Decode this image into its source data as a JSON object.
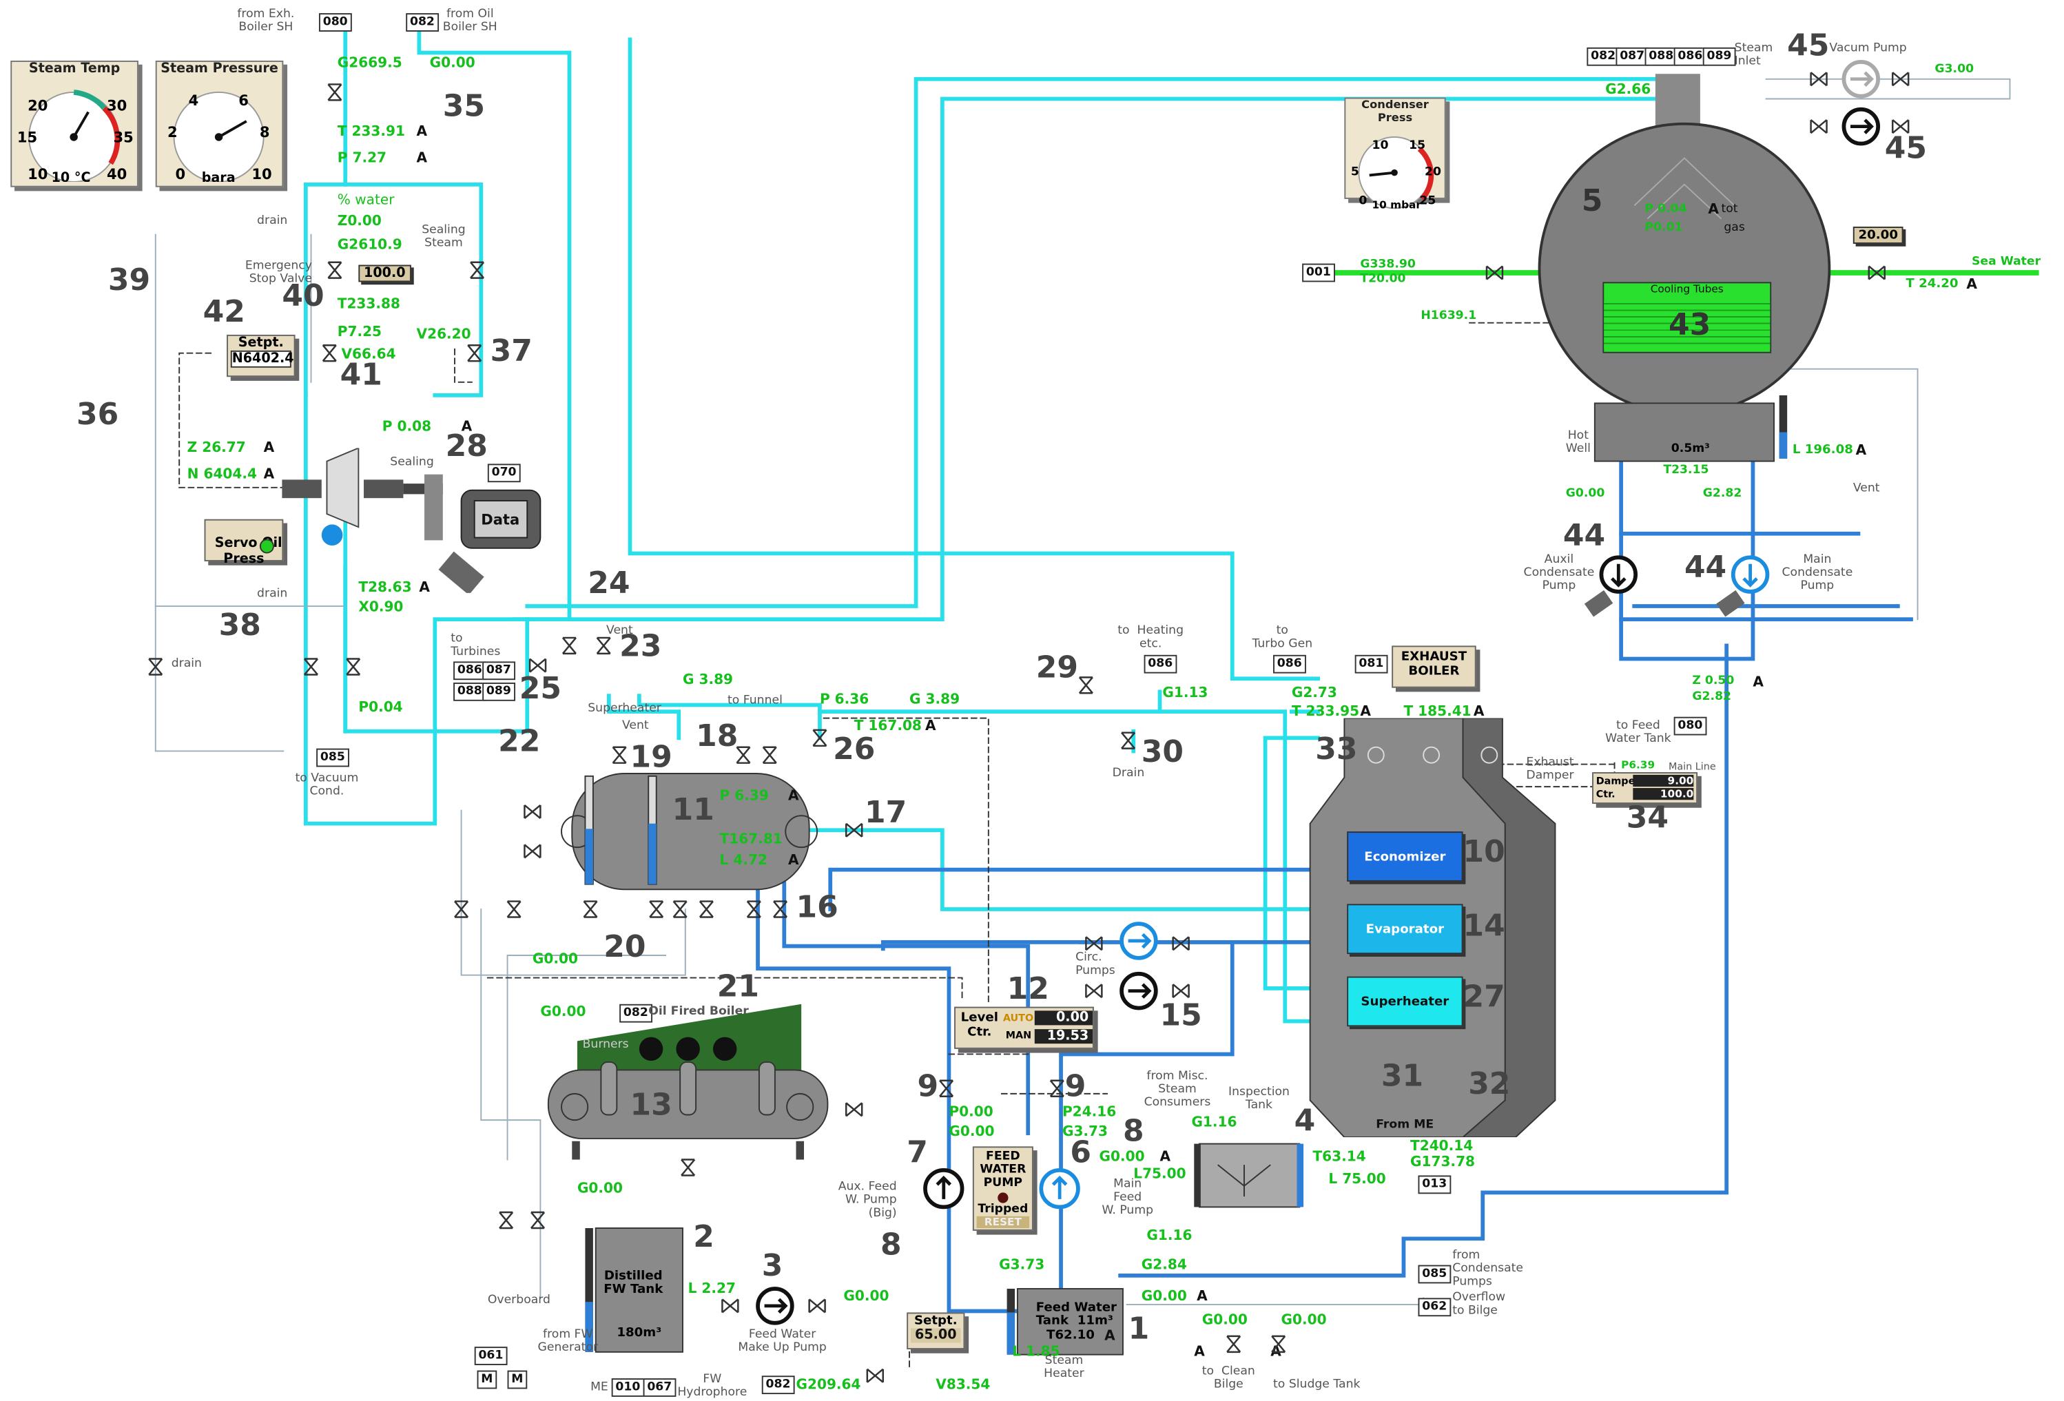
{
  "colors": {
    "steam_pipe": "#29e0ea",
    "water_pipe": "#2f7fd6",
    "seawater_pipe": "#25e02a",
    "value_text": "#16c01c",
    "vessel_grey": "#7f7f7f",
    "economizer": "#1b6fe0",
    "evaporator": "#1cb6ea",
    "superheater": "#1ee8ee",
    "boiler_green": "#2d6e2a",
    "cooling_tubes": "#29e02e",
    "panel": "#e8dcc0"
  },
  "gauges": {
    "steam_temp": {
      "title": "Steam Temp",
      "ticks": [
        "20",
        "30",
        "15",
        "35",
        "10",
        "40"
      ],
      "unit": "10 °C"
    },
    "steam_pressure": {
      "title": "Steam Pressure",
      "ticks": [
        "4",
        "6",
        "2",
        "8",
        "0",
        "10"
      ],
      "unit": "bara"
    },
    "condenser_press": {
      "title": "Condenser Press",
      "ticks": [
        "10",
        "15",
        "5",
        "20",
        "0",
        "25"
      ],
      "unit": "10 mbar"
    }
  },
  "labels": {
    "from_exh_boiler_sh": "from Exh.\nBoiler SH",
    "from_oil_boiler_sh": "from Oil\nBoiler SH",
    "drain": "drain",
    "emergency_stop_valve": "Emergency\nStop Valve",
    "sealing_steam": "Sealing\nSteam",
    "sealing": "Sealing",
    "pct_water": "% water",
    "setpt": "Setpt.",
    "servo_oil_press": "Servo Oil\nPress",
    "data": "Data",
    "to_turbines": "to\nTurbines",
    "vent": "Vent",
    "superheater_lbl": "Superheater",
    "to_funnel": "to Funnel",
    "to_heating": "to  Heating\netc.",
    "to_turbo_gen": "to\nTurbo Gen",
    "exhaust_boiler": "EXHAUST\nBOILER",
    "exhaust_damper": "Exhaust\nDamper",
    "damper": "Damper",
    "ctr": "Ctr.",
    "man": "MAN",
    "auto": "AUTO",
    "to_feed_water_tank": "to Feed\nWater Tank",
    "steam_inlet": "Steam\nInlet",
    "vacum_pump": "Vacum Pump",
    "sea_water": "Sea Water",
    "cooling_tubes": "Cooling Tubes",
    "hot_well": "Hot\nWell",
    "hot_well_vol": "0.5m³",
    "auxil_cond_pump": "Auxil\nCondensate\nPump",
    "main_cond_pump": "Main\nCondensate\nPump",
    "economizer": "Economizer",
    "evaporator": "Evaporator",
    "superheater": "Superheater",
    "from_me": "From ME",
    "circ_pumps": "Circ.\nPumps",
    "level_ctr": "Level\nCtr.",
    "oil_fired_boiler": "Oil Fired Boiler",
    "burners": "Burners",
    "drain_cap": "Drain",
    "to_vacuum_cond": "to Vacuum\nCond.",
    "feed_water_pump": "FEED\nWATER\nPUMP",
    "tripped": "Tripped",
    "reset": "RESET",
    "aux_feed_pump": "Aux. Feed\nW. Pump\n(Big)",
    "main_feed_pump": "Main\nFeed\nW. Pump",
    "from_misc": "from Misc.\nSteam\nConsumers",
    "inspection_tank": "Inspection\nTank",
    "overboard": "Overboard",
    "distilled_fw_tank": "Distilled\nFW Tank",
    "distilled_vol": "180m³",
    "from_fw_generator": "from FW\nGenerator",
    "feed_water_makeup": "Feed Water\nMake Up Pump",
    "feed_water_tank": "Feed Water\nTank  11m³",
    "steam_heater": "Steam\nHeater",
    "from_condensate_pumps": "from\nCondensate\nPumps",
    "overflow_to_bilge": "Overflow\nto Bilge",
    "to_clean_bilge": "to  Clean\nBilge",
    "to_sludge_tank": "to    Sludge  Tank",
    "me": "ME",
    "fw_hydrophore": "FW\nHydrophore",
    "tot": "tot",
    "gas": "gas",
    "main_line": "Main Line",
    "m": "M"
  },
  "tags": [
    "080",
    "082",
    "070",
    "086",
    "087",
    "088",
    "089",
    "085",
    "082",
    "086",
    "081",
    "080",
    "082",
    "087",
    "088",
    "086",
    "089",
    "001",
    "013",
    "085",
    "062",
    "061",
    "010",
    "067",
    "082"
  ],
  "values": {
    "g_exh": "G2669.5",
    "g_oil": "G0.00",
    "t_ta": "T 233.91",
    "p_ta": "P 7.27",
    "z_water": "Z0.00",
    "g_esv": "G2610.9",
    "esv_val": "100.0",
    "t_esv": "T233.88",
    "p_esv": "P7.25",
    "v_seal": "V26.20",
    "v_esv": "V66.64",
    "setpt_n": "N6402.4",
    "p_seal": "P 0.08",
    "z_turb": "Z 26.77",
    "n_turb": "N 6404.4",
    "t_exh": "T28.63",
    "x_exh": "X0.90",
    "p_exh": "P0.04",
    "g_sh": "G 3.89",
    "p_funnel": "P 6.36",
    "g_funnel": "G 3.89",
    "t_funnel": "T 167.08",
    "p_drum": "P 6.39",
    "t_drum": "T167.81",
    "l_drum": "L 4.72",
    "g_heat": "G1.13",
    "g_tg": "G2.73",
    "t_tg": "T 233.95",
    "t_exhb": "T 185.41",
    "g_dp": "G0.00",
    "g_oil2": "G0.00",
    "g_oil3": "G0.00",
    "lc_auto": "0.00",
    "lc_man": "19.53",
    "p_aux": "P0.00",
    "g_aux": "G0.00",
    "p_main": "P24.16",
    "g_main": "G3.73",
    "g_misc": "G1.16",
    "g_pump6": "G0.00",
    "l_pump": "L75.00",
    "t_insp": "T63.14",
    "l_insp": "L 75.00",
    "t_me": "T240.14",
    "g_me": "G173.78",
    "g_116": "G1.16",
    "g_284": "G2.84",
    "g_000a": "G0.00",
    "g_373": "G3.73",
    "l_dist": "L 2.27",
    "g_makeup": "G0.00",
    "setpt_fwt": "65.00",
    "t_fwt": "T62.10",
    "l_fwt": "L 1.85",
    "g_clean": "G0.00",
    "g_sludge": "G0.00",
    "g_209": "G209.64",
    "v_83": "V83.54",
    "g_266": "G2.66",
    "g_300": "G3.00",
    "p_cond": "P 0.04",
    "p_gas": "P0.01",
    "g_sea": "G338.90",
    "t_sea_in": "T20.00",
    "t_sea_out": "T 24.20",
    "sea_setp": "20.00",
    "h_cool": "H1639.1",
    "l_hw": "L 196.08",
    "t_hw": "T23.15",
    "g_auxc": "G0.00",
    "g_mainc": "G2.82",
    "z_cond": "Z 0.50",
    "g_cond": "G2.82",
    "p_damper": "P6.39",
    "damper_auto": "9.00",
    "damper_man": "100.0",
    "a": "A"
  },
  "numbers": [
    "35",
    "39",
    "40",
    "42",
    "41",
    "37",
    "36",
    "28",
    "38",
    "24",
    "23",
    "25",
    "22",
    "26",
    "19",
    "18",
    "11",
    "17",
    "20",
    "21",
    "16",
    "29",
    "30",
    "12",
    "10",
    "14",
    "27",
    "15",
    "33",
    "34",
    "31",
    "32",
    "9",
    "9",
    "13",
    "7",
    "6",
    "8",
    "8",
    "4",
    "2",
    "3",
    "1",
    "5",
    "43",
    "44",
    "44",
    "45",
    "45"
  ]
}
